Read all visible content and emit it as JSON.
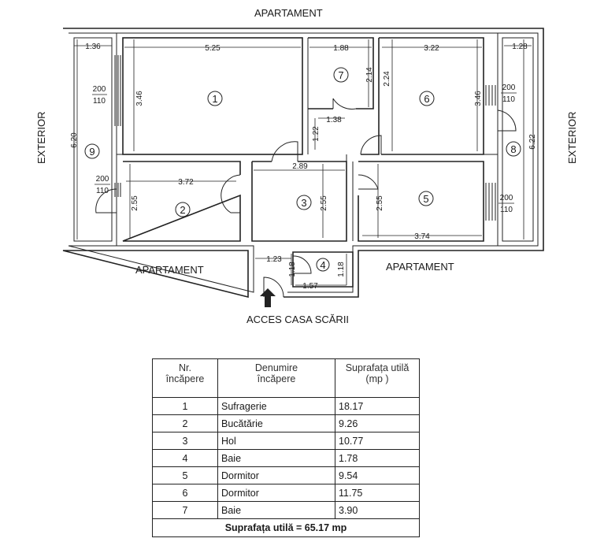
{
  "labels": {
    "top": "APARTAMENT",
    "left": "EXTERIOR",
    "right": "EXTERIOR",
    "bottom_left": "APARTAMENT",
    "bottom_right": "APARTAMENT",
    "entry": "ACCES CASA SCĂRII"
  },
  "rooms": [
    "1",
    "2",
    "3",
    "4",
    "5",
    "6",
    "7",
    "8",
    "9"
  ],
  "dims": {
    "d136": "1.36",
    "d525": "5.25",
    "d188": "1.88",
    "d322": "3.22",
    "d128": "1.28",
    "d346a": "3.46",
    "d214": "2.14",
    "d224": "2.24",
    "d346b": "3.46",
    "d620": "6.20",
    "d622": "6.22",
    "d122": "1.22",
    "d138": "1.38",
    "d289": "2.89",
    "d372": "3.72",
    "d255a": "2.55",
    "d255b": "2.55",
    "d255c": "2.55",
    "d374": "3.74",
    "d123": "1.23",
    "d118a": "1.18",
    "d118b": "1.18",
    "d157": "1.57"
  },
  "windows": [
    {
      "top": "200",
      "bottom": "110"
    },
    {
      "top": "200",
      "bottom": "110"
    },
    {
      "top": "200",
      "bottom": "110"
    },
    {
      "top": "200",
      "bottom": "110"
    }
  ],
  "table": {
    "header": {
      "nr": "Nr.\nîncăpere",
      "name": "Denumire\nîncăpere",
      "area": "Suprafața utilă\n(mp )"
    },
    "rows": [
      {
        "nr": "1",
        "name": "Sufragerie",
        "area": "18.17"
      },
      {
        "nr": "2",
        "name": "Bucătărie",
        "area": "9.26"
      },
      {
        "nr": "3",
        "name": "Hol",
        "area": "10.77"
      },
      {
        "nr": "4",
        "name": "Baie",
        "area": "1.78"
      },
      {
        "nr": "5",
        "name": "Dormitor",
        "area": "9.54"
      },
      {
        "nr": "6",
        "name": "Dormitor",
        "area": "11.75"
      },
      {
        "nr": "7",
        "name": "Baie",
        "area": "3.90"
      }
    ],
    "total": "Suprafața utilă = 65.17 mp"
  }
}
